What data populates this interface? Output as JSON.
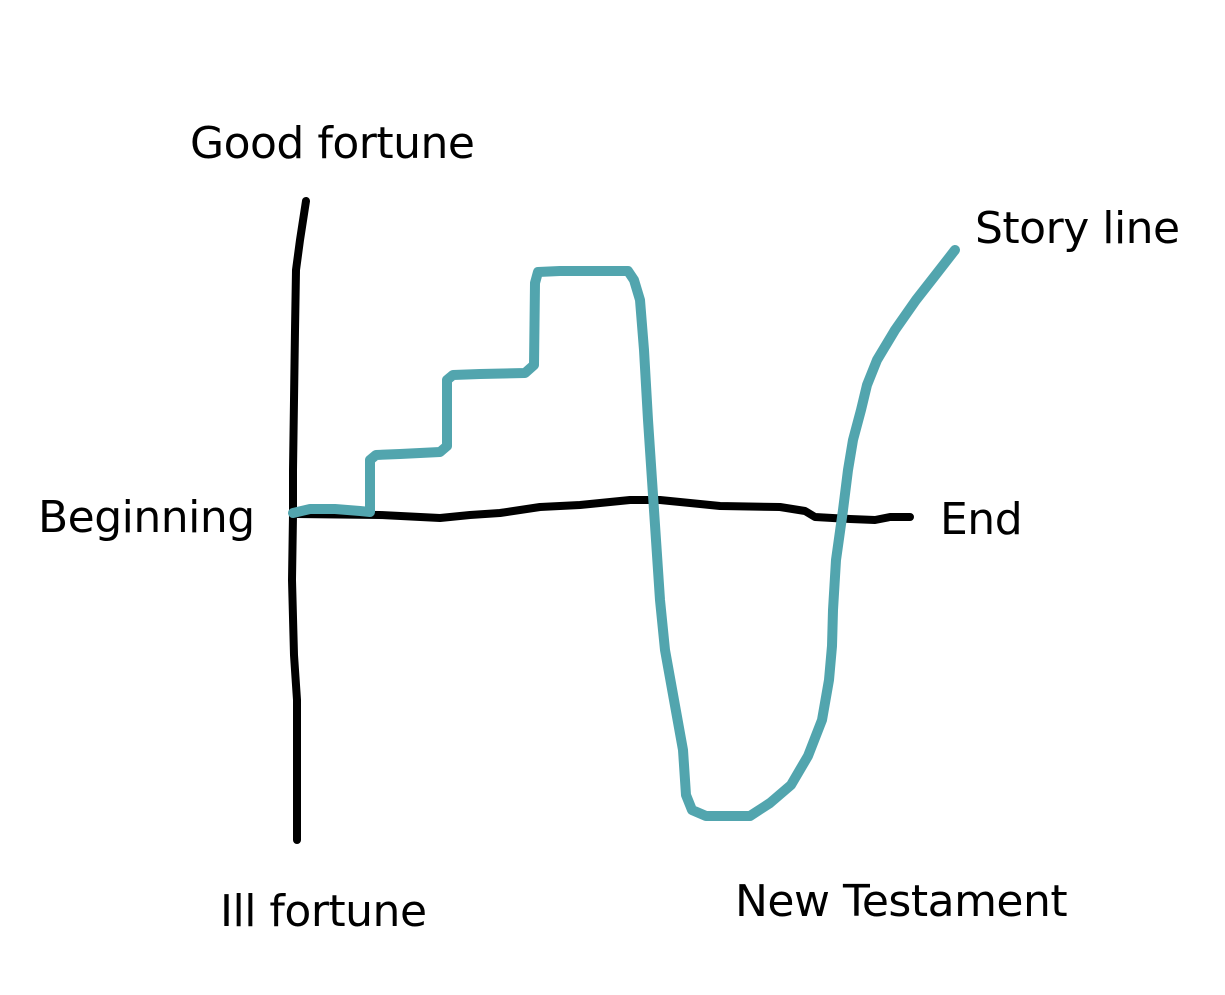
{
  "diagram": {
    "labels": {
      "y_top": "Good fortune",
      "y_bottom": "Ill fortune",
      "x_start": "Beginning",
      "x_end": "End",
      "series": "Story line",
      "annotation": "New Testament"
    },
    "colors": {
      "axis": "#000000",
      "story_line": "#52a5ae",
      "text": "#000000",
      "background": "#ffffff"
    }
  }
}
